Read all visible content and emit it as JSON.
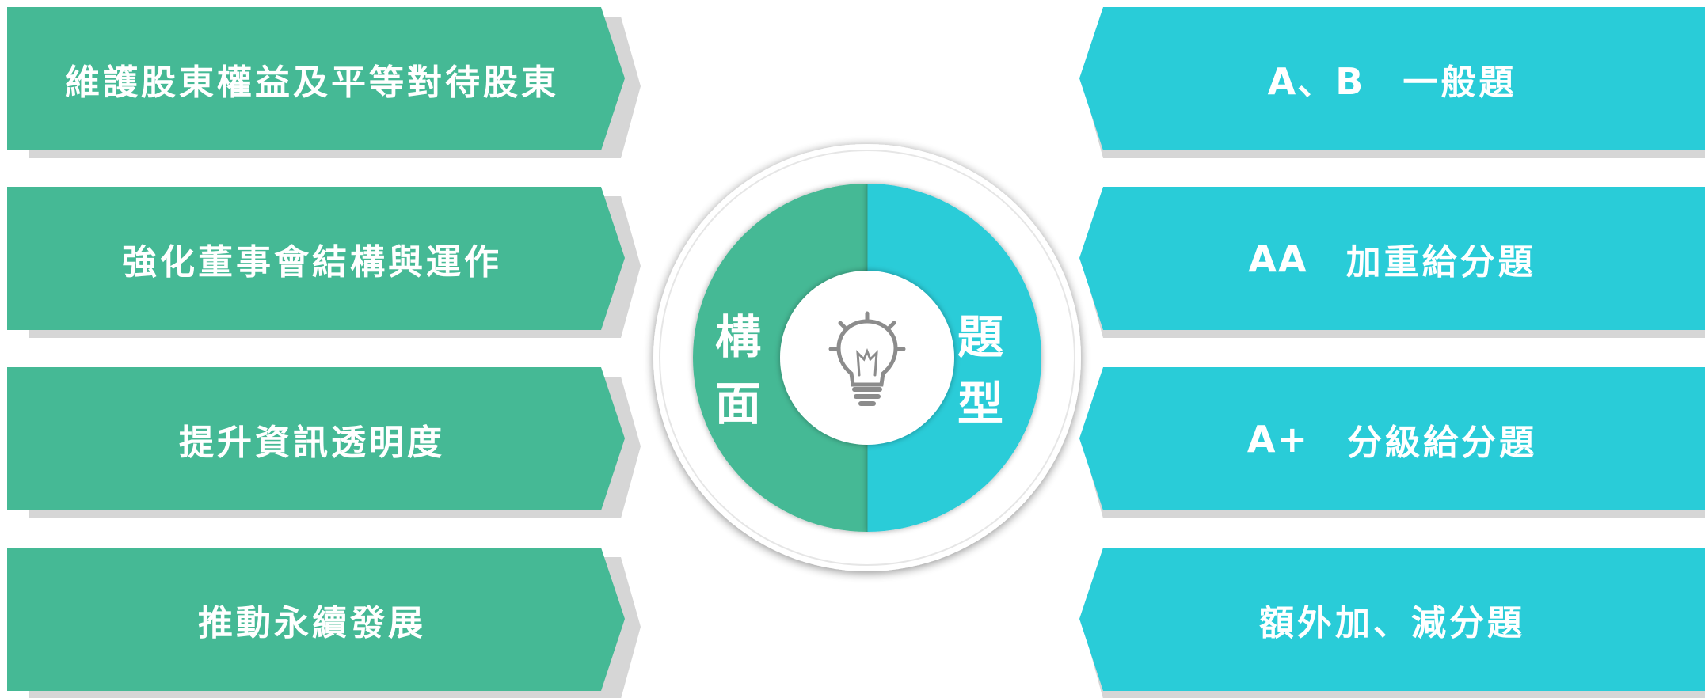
{
  "left_section": {
    "title_chars": [
      "構",
      "面"
    ],
    "color": "#45b995",
    "items": [
      {
        "label": "維護股東權益及平等對待股東"
      },
      {
        "label": "強化董事會結構與運作"
      },
      {
        "label": "提升資訊透明度"
      },
      {
        "label": "推動永續發展"
      }
    ]
  },
  "right_section": {
    "title_chars": [
      "題",
      "型"
    ],
    "color": "#29ccd8",
    "items": [
      {
        "code": "A、B",
        "label": "一般題"
      },
      {
        "code": "AA",
        "label": "加重給分題"
      },
      {
        "code": "A+",
        "label": "分級給分題"
      },
      {
        "code": "",
        "label": "額外加、減分題"
      }
    ]
  },
  "center": {
    "icon": "lightbulb-icon",
    "icon_color": "#8c8c8c",
    "shadow_color": "#d6d6d6"
  }
}
